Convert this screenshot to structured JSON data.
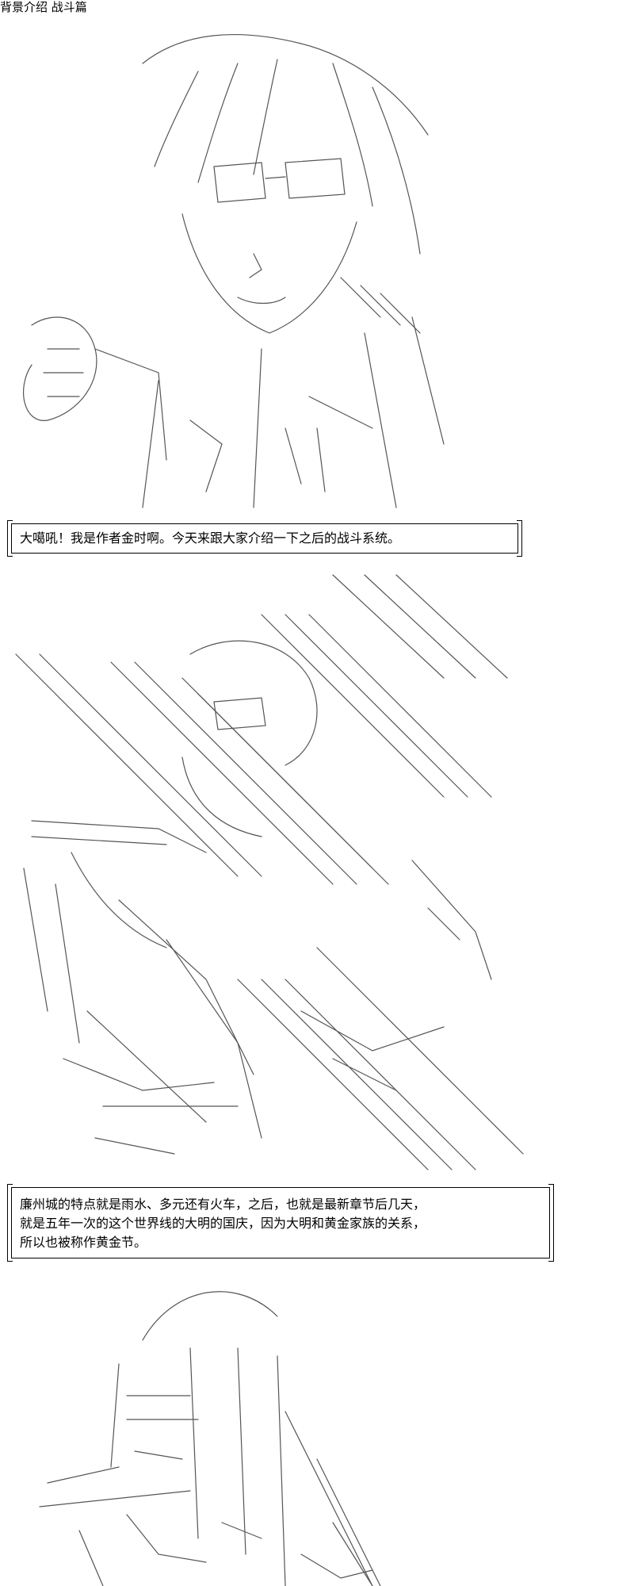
{
  "page": {
    "title": "背景介绍 战斗篇"
  },
  "captions": [
    {
      "lines": [
        "大噶吼！我是作者金时啊。今天来跟大家介绍一下之后的战斗系统。"
      ]
    },
    {
      "lines": [
        "廉州城的特点就是雨水、多元还有火车，之后，也就是最新章节后几天，",
        "就是五年一次的这个世界线的大明的国庆，因为大明和黄金家族的关系，",
        "所以也被称作黄金节。"
      ]
    }
  ],
  "art": {
    "panel1_icon": "ascii-art-character-glasses",
    "panel2_icon": "ascii-art-character-rain",
    "panel3_icon": "ascii-art-character-partial"
  }
}
